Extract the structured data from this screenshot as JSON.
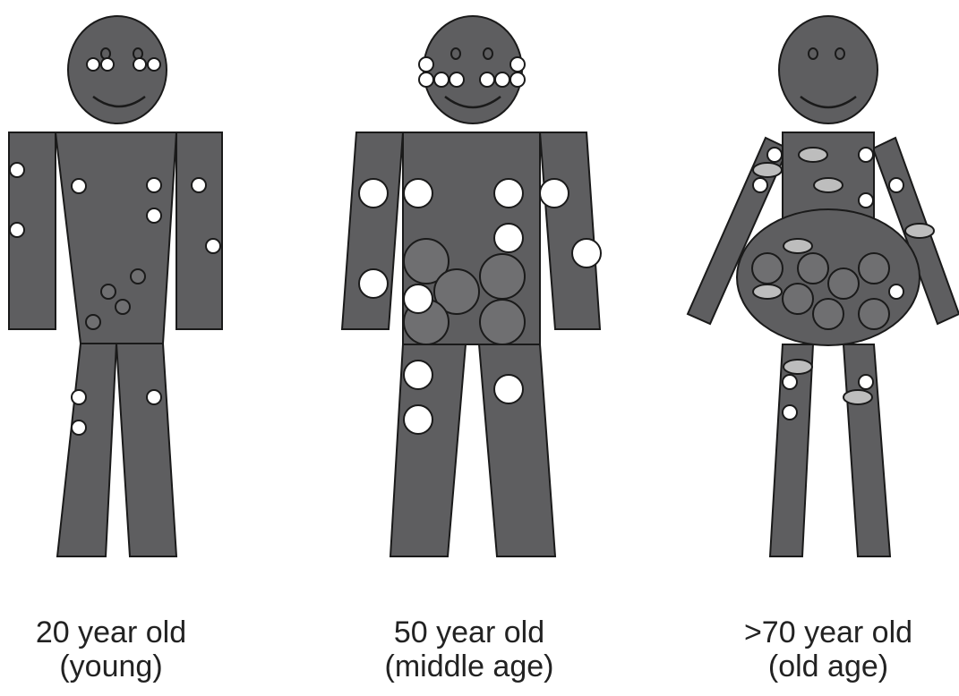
{
  "figures": [
    {
      "id": "young",
      "age_label": "20 year old",
      "stage_label": "(young)"
    },
    {
      "id": "middle",
      "age_label": "50 year old",
      "stage_label": "(middle age)"
    },
    {
      "id": "old",
      "age_label": ">70 year old",
      "stage_label": "(old age)"
    }
  ],
  "colors": {
    "body": "#5e5e60",
    "outline": "#1a1a1a",
    "small_fat_cell": "#ffffff",
    "visceral_fat_cell": "#6f6f71",
    "oval_cell": "#bdbdbd",
    "caption_text": "#222222"
  }
}
